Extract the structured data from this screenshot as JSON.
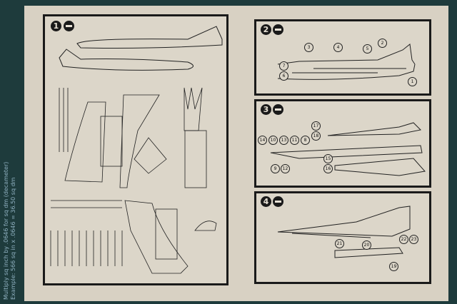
{
  "mat_text": {
    "line1": "Multiply sq inch by .0646 for sq dm (decameter)",
    "line2": "Example: 566 sq in x .0646 = 36.50 sq dm"
  },
  "steps": [
    {
      "number": "1",
      "icon": "glue-tube-icon"
    },
    {
      "number": "2",
      "icon": "glue-tube-icon",
      "callouts": [
        "1",
        "2",
        "3",
        "4",
        "5",
        "6",
        "7"
      ]
    },
    {
      "number": "3",
      "icon": "glue-tube-icon",
      "callouts": [
        "8",
        "9",
        "10",
        "11",
        "12",
        "13",
        "14",
        "15",
        "16",
        "17",
        "18"
      ]
    },
    {
      "number": "4",
      "icon": "glue-tube-icon",
      "callouts": [
        "19",
        "20",
        "21",
        "22",
        "23"
      ]
    }
  ],
  "colors": {
    "paper": "#d8d1c3",
    "ink": "#1a1a1a",
    "mat": "#1e3b3c"
  }
}
